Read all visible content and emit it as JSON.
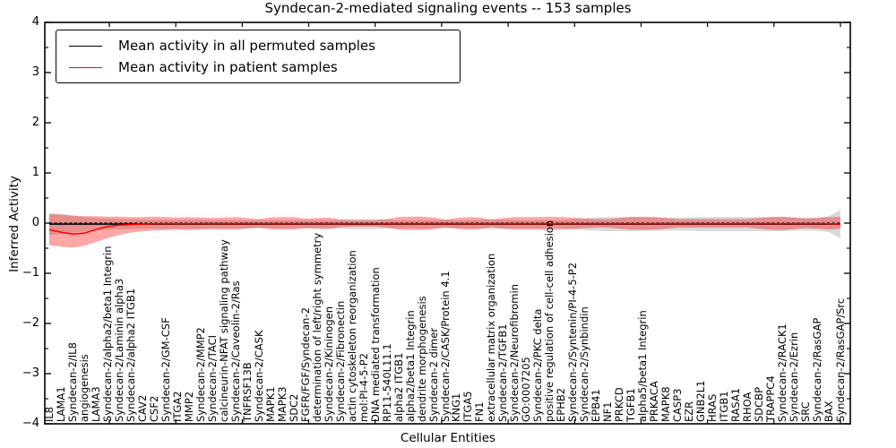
{
  "title": "Syndecan-2-mediated signaling events -- 153 samples",
  "legend": {
    "items": [
      {
        "label": "Mean activity in all permuted samples",
        "color": "#000000"
      },
      {
        "label": "Mean activity in patient samples",
        "color": "#ff0000"
      }
    ]
  },
  "colors": {
    "permuted_line": "#000000",
    "patient_line": "#ff0000",
    "permuted_band": "rgba(128,128,128,0.30)",
    "patient_band": "rgba(255,0,0,0.35)",
    "zero_line": "#000000",
    "axis": "#000000"
  },
  "chart_data": {
    "type": "line",
    "title": "Syndecan-2-mediated signaling events -- 153 samples",
    "xlabel": "Cellular Entities",
    "ylabel": "Inferred Activity",
    "ylim": [
      -4,
      4
    ],
    "yticks": [
      4,
      3,
      2,
      1,
      0,
      -1,
      -2,
      -3,
      -4
    ],
    "grid": false,
    "legend_position": "upper left",
    "zero_line": {
      "y": 0,
      "style": "dashed"
    },
    "categories": [
      "IL8",
      "LAMA1",
      "Syndecan-2/IL8",
      "angiogenesis",
      "LAMA3",
      "Syndecan-2/alpha2/beta1 Integrin",
      "Syndecan-2/Laminin alpha3",
      "Syndecan-2/alpha2 ITGB1",
      "CAV2",
      "CSF2",
      "Syndecan-2/GM-CSF",
      "ITGA2",
      "MMP2",
      "Syndecan-2/MMP2",
      "Syndecan-2/TACI",
      "calcineurin-NFAT signaling pathway",
      "Syndecan-2/Caveolin-2/Ras",
      "TNFRSF13B",
      "Syndecan-2/CASK",
      "MAPK1",
      "MAPK3",
      "SDC2",
      "FGFR/FGF/Syndecan-2",
      "determination of left/right symmetry",
      "Syndecan-2/Kininogen",
      "Syndecan-2/Fibronectin",
      "actin cytoskeleton reorganization",
      "mol:PI-4-5-P2",
      "DNA mediated transformation",
      "RP11-540L11.1",
      "alpha2 ITGB1",
      "alpha2/beta1 Integrin",
      "dendrite morphogenesis",
      "Syndecan-2 dimer",
      "Syndecan-2/CASK/Protein 4.1",
      "KNG1",
      "ITGA5",
      "FN1",
      "extracellular matrix organization",
      "Syndecan-2/TGFB1",
      "Syndecan-2/Neurofibromin",
      "GO:0007205",
      "Syndecan-2/PKC delta",
      "positive regulation of cell-cell adhesion",
      "EPHB2",
      "Syndecan-2/Syntenin/PI-4-5-P2",
      "Syndecan-2/Synbindin",
      "EPB41",
      "NF1",
      "PRKCD",
      "TGFB1",
      "alpha5/beta1 Integrin",
      "PRKACA",
      "MAPK8",
      "CASP3",
      "EZR",
      "GNB2L1",
      "HRAS",
      "ITGB1",
      "RASA1",
      "RHOA",
      "SDCBP",
      "TRAPPC4",
      "Syndecan-2/RACK1",
      "Syndecan-2/Ezrin",
      "SRC",
      "Syndecan-2/RasGAP",
      "BAX",
      "Syndecan-2/RasGAP/Src"
    ],
    "series": [
      {
        "name": "Mean activity in all permuted samples",
        "color": "#000000",
        "band_color": "rgba(128,128,128,0.30)",
        "values": [
          -0.02,
          -0.02,
          -0.02,
          -0.02,
          -0.02,
          -0.02,
          -0.02,
          -0.02,
          -0.02,
          -0.02,
          -0.02,
          -0.02,
          -0.02,
          -0.02,
          -0.02,
          -0.02,
          -0.02,
          -0.02,
          -0.02,
          -0.02,
          -0.02,
          -0.02,
          -0.02,
          -0.02,
          -0.02,
          -0.02,
          -0.02,
          -0.02,
          -0.02,
          -0.02,
          -0.02,
          -0.02,
          -0.02,
          -0.02,
          -0.02,
          -0.02,
          -0.02,
          -0.02,
          -0.02,
          -0.02,
          -0.02,
          -0.02,
          -0.02,
          -0.02,
          -0.02,
          -0.02,
          -0.02,
          -0.02,
          -0.02,
          -0.02,
          -0.02,
          -0.02,
          -0.02,
          -0.02,
          -0.02,
          -0.02,
          -0.02,
          -0.02,
          -0.02,
          -0.02,
          -0.02,
          -0.02,
          -0.02,
          -0.02,
          -0.02,
          -0.02,
          -0.02,
          -0.02,
          -0.02
        ],
        "band_upper": [
          0.2,
          0.18,
          0.15,
          0.12,
          0.1,
          0.09,
          0.08,
          0.08,
          0.07,
          0.07,
          0.07,
          0.07,
          0.07,
          0.07,
          0.06,
          0.06,
          0.06,
          0.06,
          0.06,
          0.06,
          0.06,
          0.06,
          0.06,
          0.06,
          0.06,
          0.07,
          0.08,
          0.08,
          0.08,
          0.07,
          0.06,
          0.06,
          0.06,
          0.06,
          0.07,
          0.06,
          0.06,
          0.06,
          0.08,
          0.07,
          0.06,
          0.06,
          0.06,
          0.06,
          0.06,
          0.08,
          0.1,
          0.11,
          0.12,
          0.12,
          0.12,
          0.11,
          0.11,
          0.11,
          0.11,
          0.11,
          0.12,
          0.12,
          0.12,
          0.12,
          0.12,
          0.12,
          0.12,
          0.12,
          0.11,
          0.11,
          0.11,
          0.14,
          0.26
        ],
        "band_lower": [
          -0.24,
          -0.22,
          -0.19,
          -0.16,
          -0.14,
          -0.13,
          -0.12,
          -0.12,
          -0.11,
          -0.11,
          -0.11,
          -0.11,
          -0.11,
          -0.11,
          -0.1,
          -0.1,
          -0.1,
          -0.1,
          -0.1,
          -0.1,
          -0.1,
          -0.1,
          -0.1,
          -0.1,
          -0.1,
          -0.11,
          -0.12,
          -0.12,
          -0.12,
          -0.11,
          -0.1,
          -0.1,
          -0.1,
          -0.1,
          -0.11,
          -0.1,
          -0.1,
          -0.1,
          -0.12,
          -0.11,
          -0.1,
          -0.1,
          -0.1,
          -0.1,
          -0.1,
          -0.12,
          -0.14,
          -0.15,
          -0.16,
          -0.16,
          -0.16,
          -0.15,
          -0.15,
          -0.15,
          -0.15,
          -0.15,
          -0.16,
          -0.16,
          -0.16,
          -0.16,
          -0.16,
          -0.16,
          -0.16,
          -0.16,
          -0.15,
          -0.15,
          -0.15,
          -0.18,
          -0.3
        ]
      },
      {
        "name": "Mean activity in patient samples",
        "color": "#ff0000",
        "band_color": "rgba(255,0,0,0.35)",
        "values": [
          -0.13,
          -0.18,
          -0.22,
          -0.2,
          -0.13,
          -0.07,
          -0.04,
          -0.03,
          -0.02,
          -0.01,
          -0.01,
          -0.01,
          -0.01,
          -0.01,
          -0.01,
          -0.01,
          -0.01,
          -0.01,
          -0.01,
          -0.01,
          -0.01,
          -0.01,
          -0.01,
          -0.01,
          -0.01,
          -0.01,
          -0.01,
          -0.01,
          -0.01,
          -0.01,
          -0.01,
          -0.01,
          -0.01,
          -0.01,
          -0.01,
          -0.01,
          -0.01,
          -0.01,
          -0.01,
          -0.01,
          -0.01,
          -0.01,
          -0.01,
          -0.01,
          -0.01,
          -0.01,
          -0.01,
          -0.01,
          -0.01,
          -0.01,
          -0.01,
          -0.01,
          -0.01,
          -0.01,
          -0.01,
          -0.01,
          -0.01,
          -0.01,
          -0.01,
          -0.01,
          -0.01,
          -0.01,
          -0.01,
          -0.01,
          -0.01,
          -0.01,
          -0.01,
          -0.01,
          -0.02
        ],
        "band_upper": [
          0.18,
          0.17,
          0.15,
          0.14,
          0.14,
          0.13,
          0.13,
          0.12,
          0.12,
          0.13,
          0.12,
          0.11,
          0.12,
          0.11,
          0.1,
          0.11,
          0.12,
          0.1,
          0.08,
          0.11,
          0.12,
          0.12,
          0.09,
          0.1,
          0.11,
          0.07,
          0.06,
          0.06,
          0.06,
          0.08,
          0.12,
          0.13,
          0.13,
          0.11,
          0.07,
          0.1,
          0.12,
          0.11,
          0.07,
          0.1,
          0.12,
          0.12,
          0.12,
          0.13,
          0.12,
          0.11,
          0.09,
          0.08,
          0.08,
          0.1,
          0.12,
          0.13,
          0.12,
          0.1,
          0.08,
          0.08,
          0.08,
          0.08,
          0.08,
          0.08,
          0.08,
          0.1,
          0.12,
          0.13,
          0.11,
          0.09,
          0.1,
          0.12,
          0.12
        ],
        "band_lower": [
          -0.44,
          -0.47,
          -0.49,
          -0.45,
          -0.38,
          -0.3,
          -0.24,
          -0.19,
          -0.16,
          -0.15,
          -0.14,
          -0.13,
          -0.14,
          -0.13,
          -0.12,
          -0.13,
          -0.13,
          -0.11,
          -0.09,
          -0.12,
          -0.13,
          -0.13,
          -0.1,
          -0.11,
          -0.12,
          -0.08,
          -0.07,
          -0.07,
          -0.07,
          -0.09,
          -0.13,
          -0.14,
          -0.14,
          -0.12,
          -0.08,
          -0.11,
          -0.13,
          -0.12,
          -0.08,
          -0.11,
          -0.13,
          -0.13,
          -0.13,
          -0.14,
          -0.13,
          -0.12,
          -0.1,
          -0.09,
          -0.09,
          -0.11,
          -0.13,
          -0.14,
          -0.13,
          -0.11,
          -0.09,
          -0.09,
          -0.09,
          -0.09,
          -0.09,
          -0.09,
          -0.09,
          -0.11,
          -0.13,
          -0.14,
          -0.12,
          -0.1,
          -0.11,
          -0.13,
          -0.11
        ]
      }
    ]
  }
}
